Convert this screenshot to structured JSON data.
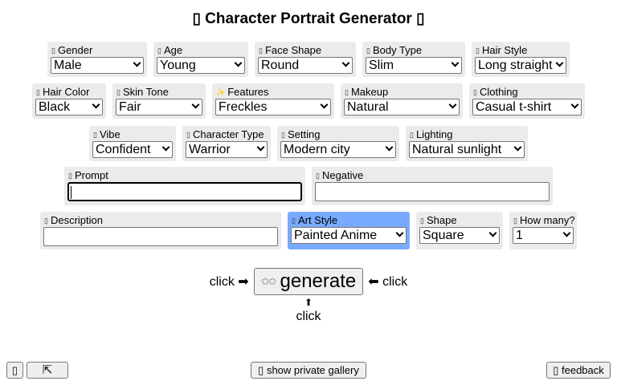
{
  "header": {
    "title": "▯ Character Portrait Generator ▯"
  },
  "icons": {
    "placeholder": "▯",
    "sparkles": "✨"
  },
  "rows": [
    [
      {
        "id": "gender",
        "label": "Gender",
        "icon": "▯",
        "value": "Male"
      },
      {
        "id": "age",
        "label": "Age",
        "icon": "▯",
        "value": "Young"
      },
      {
        "id": "face-shape",
        "label": "Face Shape",
        "icon": "▯",
        "value": "Round"
      },
      {
        "id": "body-type",
        "label": "Body Type",
        "icon": "▯",
        "value": "Slim"
      },
      {
        "id": "hair-style",
        "label": "Hair Style",
        "icon": "▯",
        "value": "Long straight"
      }
    ],
    [
      {
        "id": "hair-color",
        "label": "Hair Color",
        "icon": "▯",
        "value": "Black"
      },
      {
        "id": "skin-tone",
        "label": "Skin Tone",
        "icon": "▯",
        "value": "Fair"
      },
      {
        "id": "features",
        "label": "Features",
        "icon": "✨",
        "value": "Freckles"
      },
      {
        "id": "makeup",
        "label": "Makeup",
        "icon": "▯",
        "value": "Natural"
      },
      {
        "id": "clothing",
        "label": "Clothing",
        "icon": "▯",
        "value": "Casual t-shirt"
      }
    ],
    [
      {
        "id": "vibe",
        "label": "Vibe",
        "icon": "▯",
        "value": "Confident"
      },
      {
        "id": "character-type",
        "label": "Character Type",
        "icon": "▯",
        "value": "Warrior"
      },
      {
        "id": "setting",
        "label": "Setting",
        "icon": "▯",
        "value": "Modern city"
      },
      {
        "id": "lighting",
        "label": "Lighting",
        "icon": "▯",
        "value": "Natural sunlight"
      }
    ]
  ],
  "text_inputs": {
    "prompt": {
      "label": "Prompt",
      "icon": "▯",
      "value": ""
    },
    "negative": {
      "label": "Negative",
      "icon": "▯",
      "value": ""
    },
    "description": {
      "label": "Description",
      "icon": "▯",
      "value": ""
    }
  },
  "options": {
    "art_style": {
      "label": "Art Style",
      "icon": "▯",
      "value": "Painted Anime",
      "highlight_color": "#78aaff"
    },
    "shape": {
      "label": "Shape",
      "icon": "▯",
      "value": "Square"
    },
    "how_many": {
      "label": "How many?",
      "icon": "▯",
      "value": "1"
    }
  },
  "generate": {
    "label": "generate",
    "icon": "✩✩",
    "hint_left": "click ➡",
    "hint_right": "⬅ click",
    "hint_up_arrow": "⬆",
    "hint_below": "click"
  },
  "footer": {
    "left_icon_button": "▯",
    "expand_button": "⇱",
    "gallery_button": "▯ show private gallery",
    "feedback_button": "▯ feedback"
  }
}
